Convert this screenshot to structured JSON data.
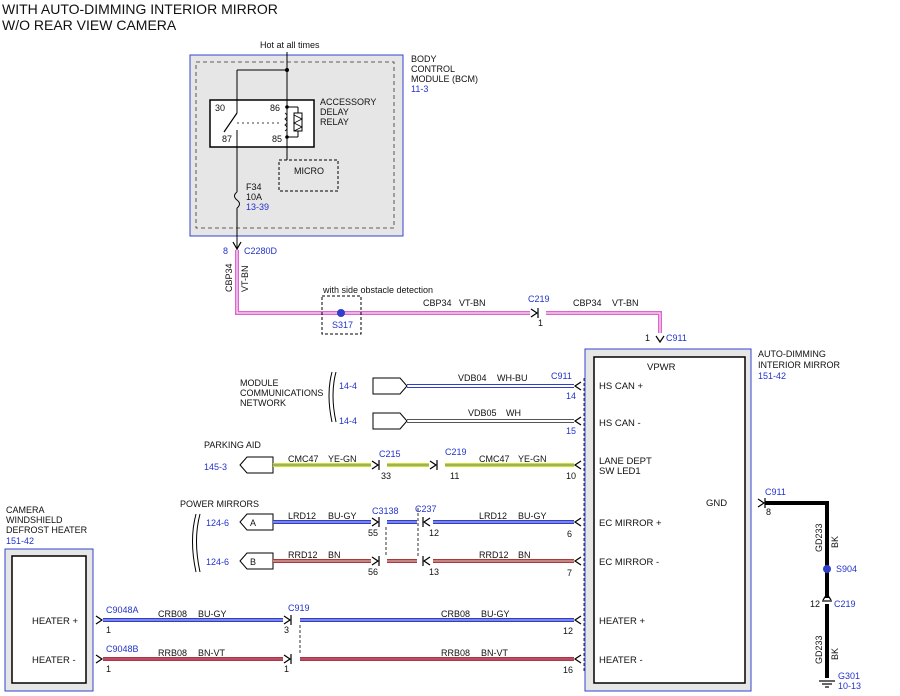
{
  "title": {
    "line1": "WITH AUTO-DIMMING INTERIOR MIRROR",
    "line2": "W/O REAR VIEW CAMERA"
  },
  "bcm": {
    "hot": "Hot at all times",
    "name1": "BODY",
    "name2": "CONTROL",
    "name3": "MODULE (BCM)",
    "ref": "11-3",
    "relay1": "ACCESSORY",
    "relay2": "DELAY",
    "relay3": "RELAY",
    "pin30": "30",
    "pin86": "86",
    "pin87": "87",
    "pin85": "85",
    "micro": "MICRO",
    "fuse": "F34",
    "fuse_amp": "10A",
    "fuse_ref": "13-39"
  },
  "c2280d": {
    "pin": "8",
    "name": "C2280D"
  },
  "feed": {
    "circuit": "CBP34",
    "color": "VT-BN"
  },
  "side_obstacle": "with side obstacle detection",
  "s317": "S317",
  "c219a": {
    "name": "C219",
    "pin": "1"
  },
  "c911": {
    "pin": "1",
    "name": "C911"
  },
  "mirror": {
    "name1": "AUTO-DIMMING",
    "name2": "INTERIOR MIRROR",
    "ref": "151-42",
    "vpwr": "VPWR",
    "hscan_p": "HS CAN +",
    "hscan_m": "HS CAN -",
    "lane1": "LANE DEPT",
    "lane2": "SW LED1",
    "ecp": "EC MIRROR +",
    "ecm": "EC MIRROR -",
    "gnd": "GND",
    "htp": "HEATER +",
    "htm": "HEATER -"
  },
  "network": {
    "label1": "MODULE",
    "label2": "COMMUNICATIONS",
    "label3": "NETWORK",
    "ref1": "14-4",
    "ref2": "14-4",
    "w1_circuit": "VDB04",
    "w1_color": "WH-BU",
    "w1_conn": "C911",
    "w1_pin": "14",
    "w2_circuit": "VDB05",
    "w2_color": "WH",
    "w2_pin": "15"
  },
  "parking": {
    "label": "PARKING AID",
    "ref": "145-3",
    "c1": "CMC47",
    "col1": "YE-GN",
    "conn1": "C215",
    "pin1": "33",
    "conn2": "C219",
    "pin2": "11",
    "c2": "CMC47",
    "col2": "YE-GN",
    "pin3": "10"
  },
  "power_mirrors": {
    "label": "POWER MIRRORS",
    "refA": "124-6",
    "refB": "124-6",
    "tagA": "A",
    "tagB": "B",
    "a_c1": "LRD12",
    "a_col1": "BU-GY",
    "conn1": "C3138",
    "conn2": "C237",
    "a_pin1": "55",
    "a_pin2": "12",
    "a_c2": "LRD12",
    "a_col2": "BU-GY",
    "a_pin3": "6",
    "b_c1": "RRD12",
    "b_col1": "BN",
    "b_pin1": "56",
    "b_pin2": "13",
    "b_c2": "RRD12",
    "b_col2": "BN",
    "b_pin3": "7"
  },
  "camera": {
    "name1": "CAMERA",
    "name2": "WINDSHIELD",
    "name3": "DEFROST HEATER",
    "ref": "151-42",
    "htp": "HEATER +",
    "htm": "HEATER -"
  },
  "heater_plus": {
    "conn1": "C9048A",
    "pin1": "1",
    "c1": "CRB08",
    "col1": "BU-GY",
    "conn2": "C919",
    "pin2": "3",
    "c2": "CRB08",
    "col2": "BU-GY",
    "pin3": "12"
  },
  "heater_minus": {
    "conn1": "C9048B",
    "pin1": "1",
    "c1": "RRB08",
    "col1": "BN-VT",
    "pin2": "1",
    "c2": "RRB08",
    "col2": "BN-VT",
    "pin3": "16"
  },
  "ground": {
    "conn": "C911",
    "pin": "8",
    "c1": "GD233",
    "col1": "BK",
    "splice": "S904",
    "pin2": "12",
    "conn2": "C219",
    "c2": "GD233",
    "col2": "BK",
    "g": "G301",
    "gref": "10-13"
  },
  "colors": {
    "module_border": "#3344cc",
    "module_fill": "#e6e6e6",
    "blue_wire": "#2f3fcc",
    "red_wire": "#a83a3a",
    "pink_wire": "#dd66cc",
    "yellow_green_wire": "#c8e03a",
    "black_wire": "#000000",
    "ref_text": "#2233cc"
  }
}
